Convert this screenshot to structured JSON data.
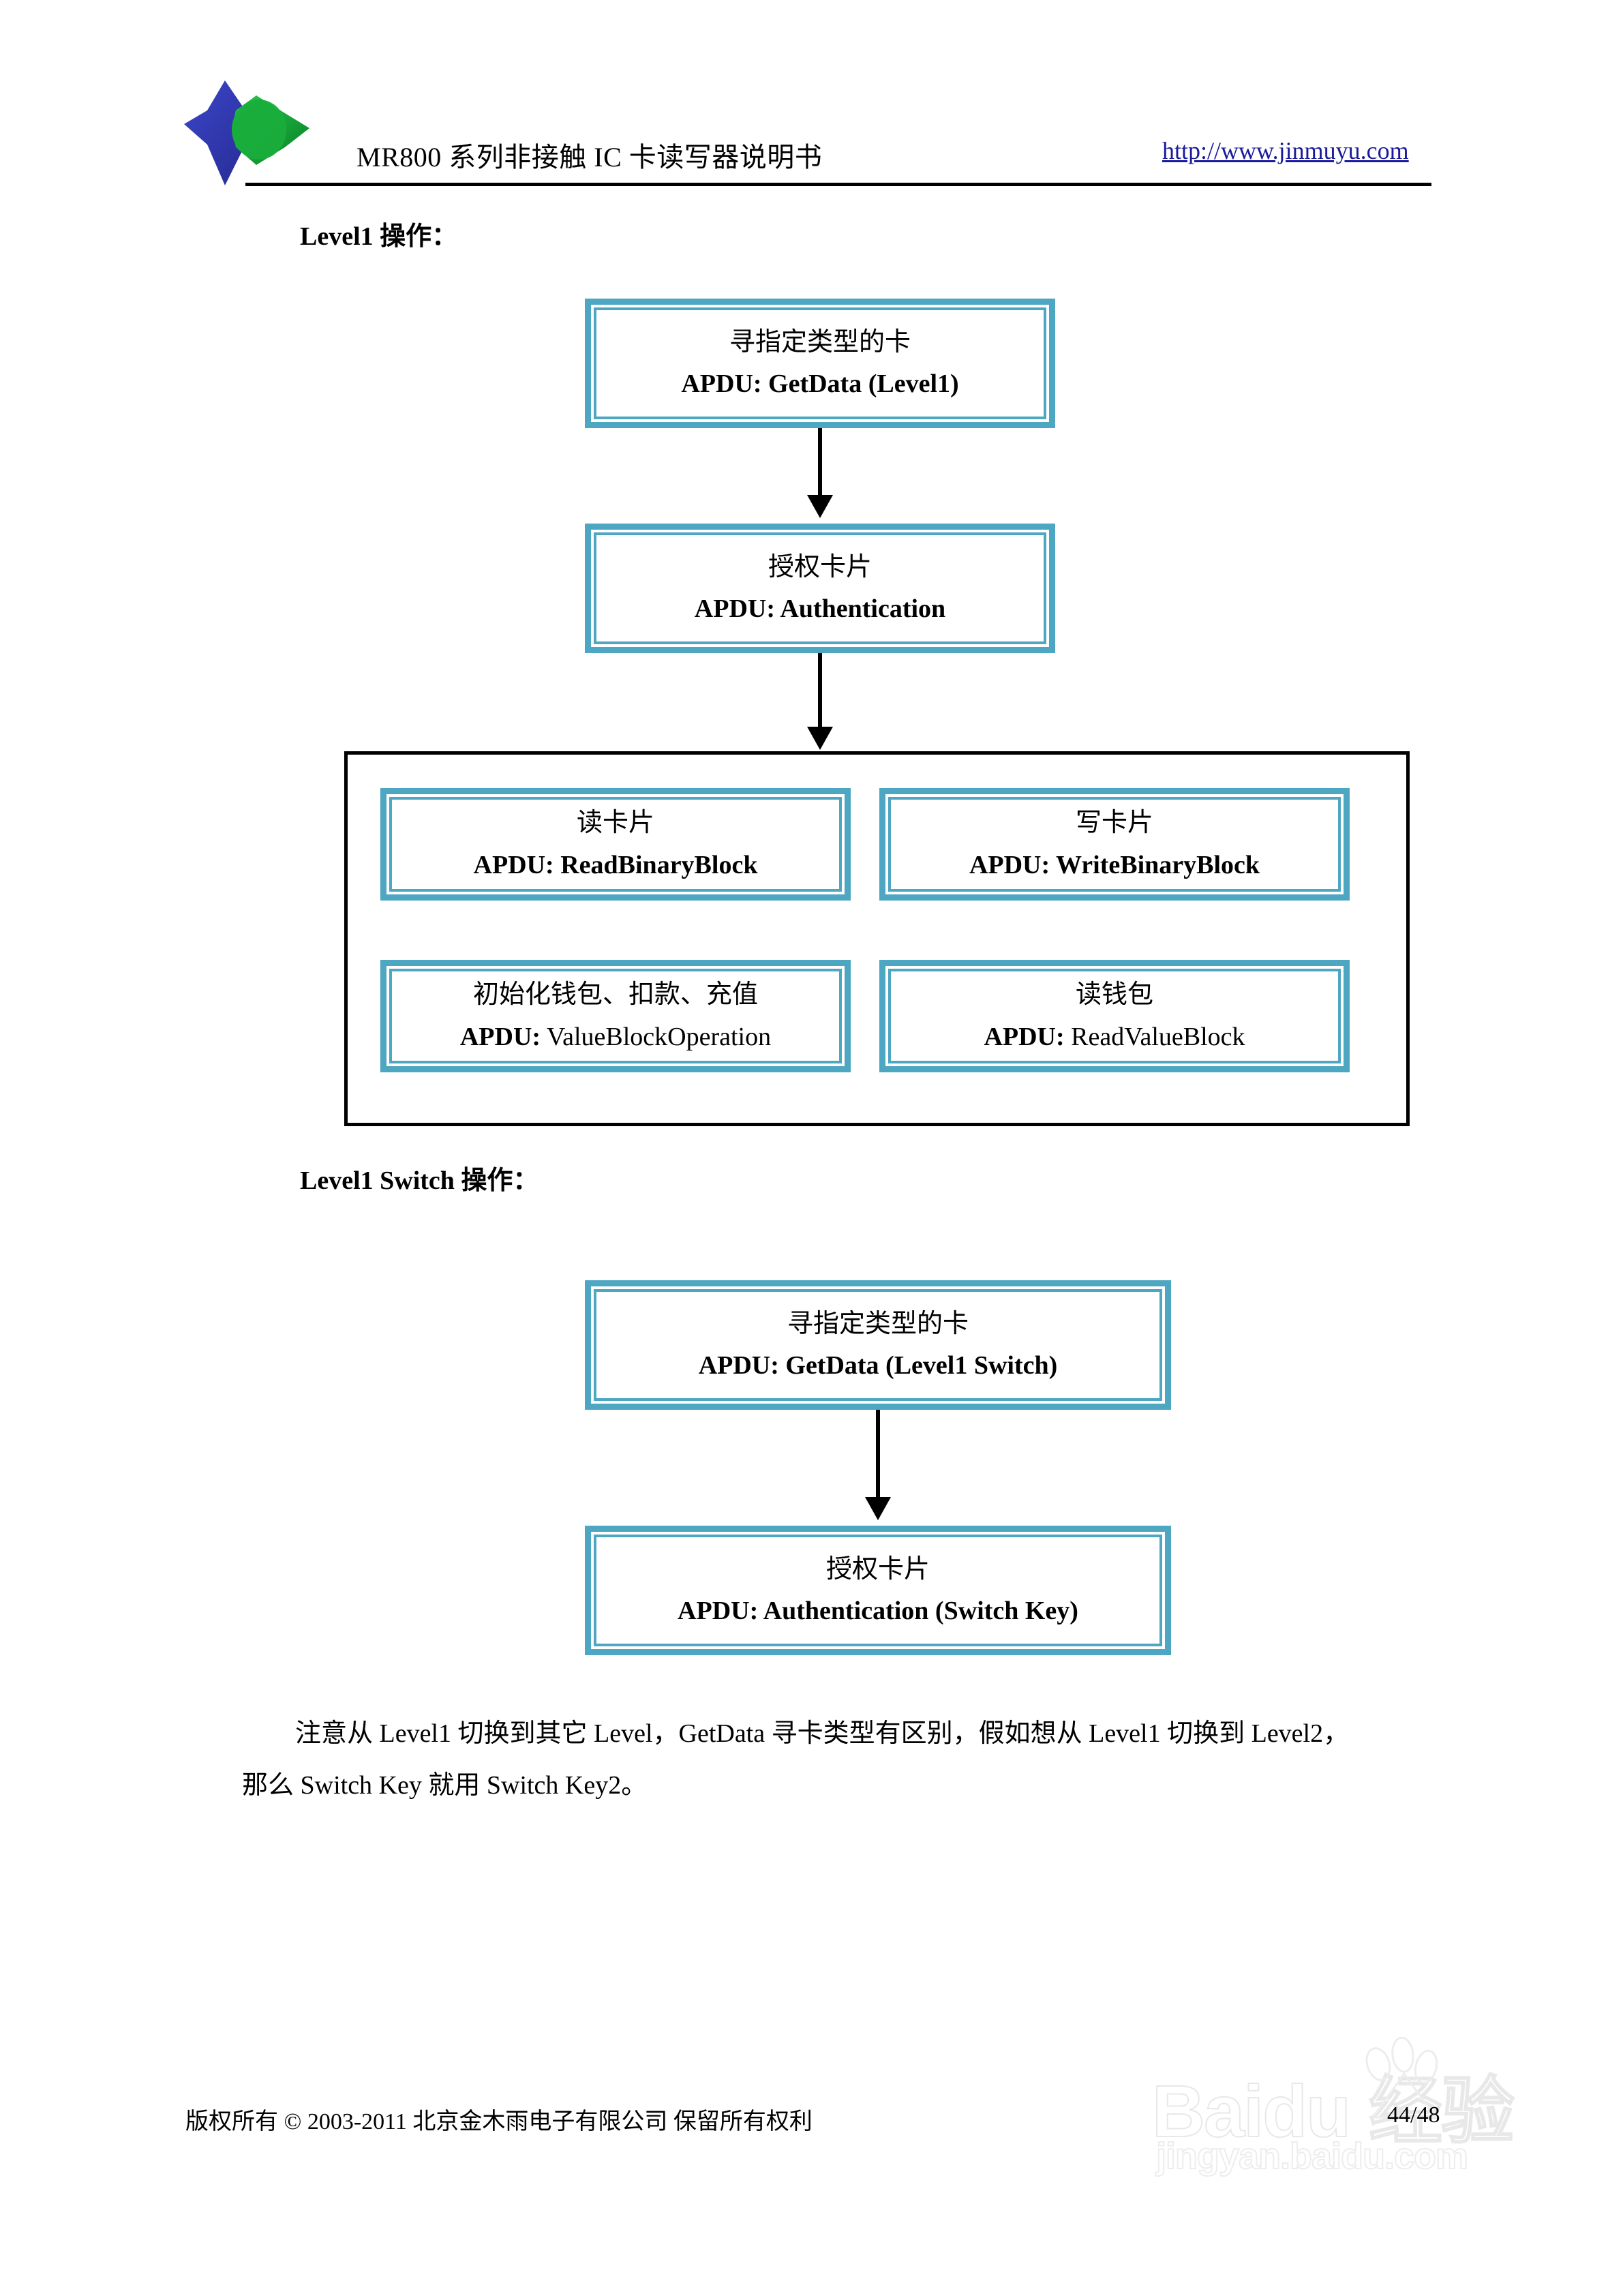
{
  "header": {
    "title": "MR800 系列非接触 IC 卡读写器说明书",
    "url": "http://www.jinmuyu.com",
    "logo_icon": "jinmuyu-leaf-logo"
  },
  "sections": [
    {
      "heading": "Level1 操作：",
      "nodes": [
        {
          "cn": "寻指定类型的卡",
          "en": "APDU: GetData (Level1)",
          "en_bold": true
        },
        {
          "cn": "授权卡片",
          "en": "APDU: Authentication",
          "en_bold": true
        }
      ],
      "group": {
        "boxes": [
          {
            "cn": "读卡片",
            "en": "APDU: ReadBinaryBlock",
            "en_bold": true
          },
          {
            "cn": "写卡片",
            "en": "APDU: WriteBinaryBlock",
            "en_bold": true
          },
          {
            "cn": "初始化钱包、扣款、充值",
            "en_prefix": "APDU:",
            "en": " ValueBlockOperation",
            "en_bold": false
          },
          {
            "cn": "读钱包",
            "en_prefix": "APDU:",
            "en": " ReadValueBlock",
            "en_bold": false
          }
        ]
      }
    },
    {
      "heading": "Level1 Switch 操作：",
      "nodes": [
        {
          "cn": "寻指定类型的卡",
          "en": "APDU: GetData (Level1 Switch)",
          "en_bold": true
        },
        {
          "cn": "授权卡片",
          "en": "APDU: Authentication (Switch Key)",
          "en_bold": true
        }
      ]
    }
  ],
  "note": {
    "line1": "注意从 Level1 切换到其它 Level，GetData 寻卡类型有区别，假如想从 Level1 切换到 Level2，",
    "line2": "那么 Switch Key 就用 Switch Key2。"
  },
  "footer": {
    "copyright": "版权所有 ©  2003-2011 北京金木雨电子有限公司  保留所有权利",
    "page_number": "44/48"
  },
  "watermark": {
    "main": "Baidu 经验",
    "sub": "jingyan.baidu.com",
    "paw_icon": "baidu-paw-icon"
  },
  "colors": {
    "box_border": "#4da6c2",
    "link": "#1a1a9c",
    "rule": "#000000",
    "logo_blue": "#2f35a8",
    "logo_green": "#169b38"
  }
}
